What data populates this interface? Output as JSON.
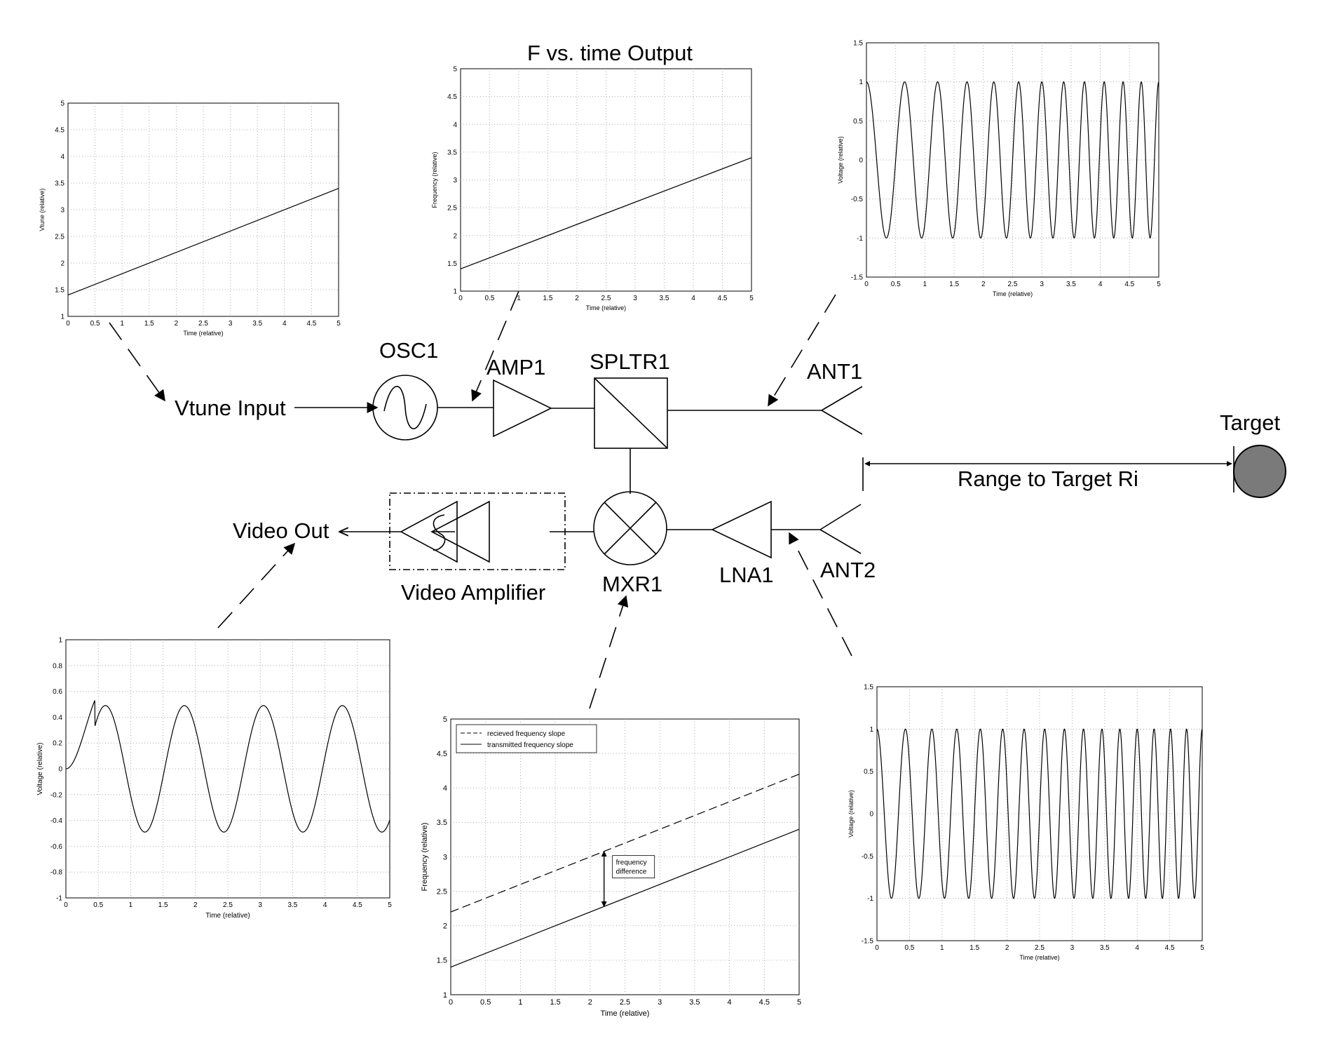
{
  "labels": {
    "f_vs_time_title": "F vs. time Output",
    "osc1": "OSC1",
    "amp1": "AMP1",
    "spltr1": "SPLTR1",
    "ant1": "ANT1",
    "ant2": "ANT2",
    "target": "Target",
    "vtune_input": "Vtune Input",
    "range_to_target": "Range to Target Ri",
    "video_out": "Video Out",
    "video_amplifier": "Video Amplifier",
    "mxr1": "MXR1",
    "lna1": "LNA1"
  },
  "colors": {
    "target_fill": "#7a7a7a",
    "line": "#000000",
    "grid": "#999999"
  },
  "chart_data": [
    {
      "id": "vtune",
      "type": "line",
      "xlabel": "Time (relative)",
      "ylabel": "Vtune (relative)",
      "xlim": [
        0,
        5
      ],
      "ylim": [
        1,
        5
      ],
      "xticks": [
        "0",
        "0.5",
        "1",
        "1.5",
        "2",
        "2.5",
        "3",
        "3.5",
        "4",
        "4.5",
        "5"
      ],
      "yticks": [
        "1",
        "1.5",
        "2",
        "2.5",
        "3",
        "3.5",
        "4",
        "4.5",
        "5"
      ],
      "grid": true,
      "series": [
        {
          "style": "solid",
          "x": [
            0,
            5
          ],
          "y": [
            1.4,
            3.4
          ]
        }
      ]
    },
    {
      "id": "fvt",
      "type": "line",
      "xlabel": "Time (relative)",
      "ylabel": "Frequency (relative)",
      "xlim": [
        0,
        5
      ],
      "ylim": [
        1,
        5
      ],
      "xticks": [
        "0",
        "0.5",
        "1",
        "1.5",
        "2",
        "2.5",
        "3",
        "3.5",
        "4",
        "4.5",
        "5"
      ],
      "yticks": [
        "1",
        "1.5",
        "2",
        "2.5",
        "3",
        "3.5",
        "4",
        "4.5",
        "5"
      ],
      "grid": true,
      "series": [
        {
          "style": "solid",
          "x": [
            0,
            5
          ],
          "y": [
            1.4,
            3.4
          ]
        }
      ]
    },
    {
      "id": "ant1",
      "type": "line",
      "xlabel": "Time (relative)",
      "ylabel": "Voltage (relative)",
      "xlim": [
        0,
        5
      ],
      "ylim": [
        -1.5,
        1.5
      ],
      "xticks": [
        "0",
        "0.5",
        "1",
        "1.5",
        "2",
        "2.5",
        "3",
        "3.5",
        "4",
        "4.5",
        "5"
      ],
      "yticks": [
        "-1.5",
        "-1",
        "-0.5",
        "0",
        "0.5",
        "1",
        "1.5"
      ],
      "grid": true,
      "series": [
        {
          "style": "solid",
          "waveform": "chirp",
          "function": "cos",
          "amplitude": 1,
          "f0": 1.4,
          "f1": 3.4
        }
      ]
    },
    {
      "id": "ant2",
      "type": "line",
      "xlabel": "Time (relative)",
      "ylabel": "Voltage (relative)",
      "xlim": [
        0,
        5
      ],
      "ylim": [
        -1.5,
        1.5
      ],
      "xticks": [
        "0",
        "0.5",
        "1",
        "1.5",
        "2",
        "2.5",
        "3",
        "3.5",
        "4",
        "4.5",
        "5"
      ],
      "yticks": [
        "-1.5",
        "-1",
        "-0.5",
        "0",
        "0.5",
        "1",
        "1.5"
      ],
      "grid": true,
      "series": [
        {
          "style": "solid",
          "waveform": "chirp",
          "function": "cos",
          "amplitude": 1,
          "f0": 2.2,
          "f1": 4.2
        }
      ]
    },
    {
      "id": "video",
      "type": "line",
      "xlabel": "Time (relative)",
      "ylabel": "Voltage (relative)",
      "xlim": [
        0,
        5
      ],
      "ylim": [
        -1,
        1
      ],
      "xticks": [
        "0",
        "0.5",
        "1",
        "1.5",
        "2",
        "2.5",
        "3",
        "3.5",
        "4",
        "4.5",
        "5"
      ],
      "yticks": [
        "-1",
        "-0.8",
        "-0.6",
        "-0.4",
        "-0.2",
        "0",
        "0.2",
        "0.4",
        "0.6",
        "0.8",
        "1"
      ],
      "grid": true,
      "series": [
        {
          "style": "solid",
          "waveform": "beat",
          "function": "1-cos",
          "amplitude": 0.49,
          "beat_frequency": 0.82,
          "ramp_until": 0.45
        }
      ]
    },
    {
      "id": "mixer",
      "type": "line",
      "xlabel": "Time (relative)",
      "ylabel": "Frequency (relative)",
      "xlim": [
        0,
        5
      ],
      "ylim": [
        1,
        5
      ],
      "xticks": [
        "0",
        "0.5",
        "1",
        "1.5",
        "2",
        "2.5",
        "3",
        "3.5",
        "4",
        "4.5",
        "5"
      ],
      "yticks": [
        "1",
        "1.5",
        "2",
        "2.5",
        "3",
        "3.5",
        "4",
        "4.5",
        "5"
      ],
      "grid": true,
      "legend": "top-left",
      "series": [
        {
          "name": "recieved frequency slope",
          "style": "dashed",
          "x": [
            0,
            5
          ],
          "y": [
            2.2,
            4.2
          ]
        },
        {
          "name": "transmitted frequency slope",
          "style": "solid",
          "x": [
            0,
            5
          ],
          "y": [
            1.4,
            3.4
          ]
        }
      ],
      "annotation": {
        "text_line1": "frequency",
        "text_line2": "difference",
        "x": 2.2,
        "y_from": 3.08,
        "y_to": 2.28
      }
    }
  ]
}
